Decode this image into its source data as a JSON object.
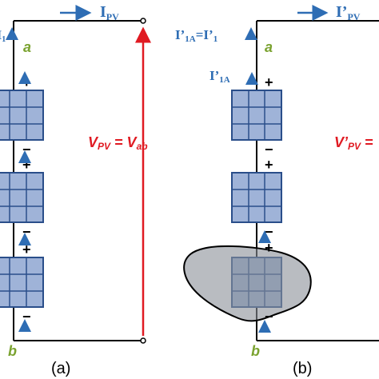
{
  "colors": {
    "wire": "#000000",
    "current_blue": "#2e6db4",
    "voltage_red": "#e01a22",
    "node_green": "#7aa22f",
    "panel_fill": "#9fb3d8",
    "panel_stroke": "#2a4e8a",
    "shade_fill": "#8b9097"
  },
  "panel_a": {
    "current_label_main": "I",
    "current_label_sub": "PV",
    "cell_current_label": "I",
    "cell_current_sub": "1",
    "node_a": "a",
    "node_b": "b",
    "voltage_label": "V",
    "voltage_sub_left": "PV",
    "voltage_equals": " = V",
    "voltage_sub_right": "ab",
    "caption": "(a)",
    "module_signs": [
      {
        "plus": "+",
        "minus": "−"
      },
      {
        "plus": "+",
        "minus": "−"
      },
      {
        "plus": "+",
        "minus": "−"
      }
    ]
  },
  "panel_b": {
    "current_label_main": "I’",
    "current_label_sub": "PV",
    "top_current_main": "I’",
    "top_current_sub": "1A",
    "top_current_eq": "=I’",
    "top_current_eq_sub": "1",
    "module_current_main": "I’",
    "module_current_sub": "1A",
    "node_a": "a",
    "node_b": "b",
    "voltage_label": "V’",
    "voltage_sub": "PV",
    "voltage_equals": " =",
    "caption": "(b)",
    "module_signs": [
      {
        "plus": "+",
        "minus": "−"
      },
      {
        "plus": "+",
        "minus": "−"
      },
      {
        "plus": "+",
        "minus": "−"
      }
    ]
  }
}
